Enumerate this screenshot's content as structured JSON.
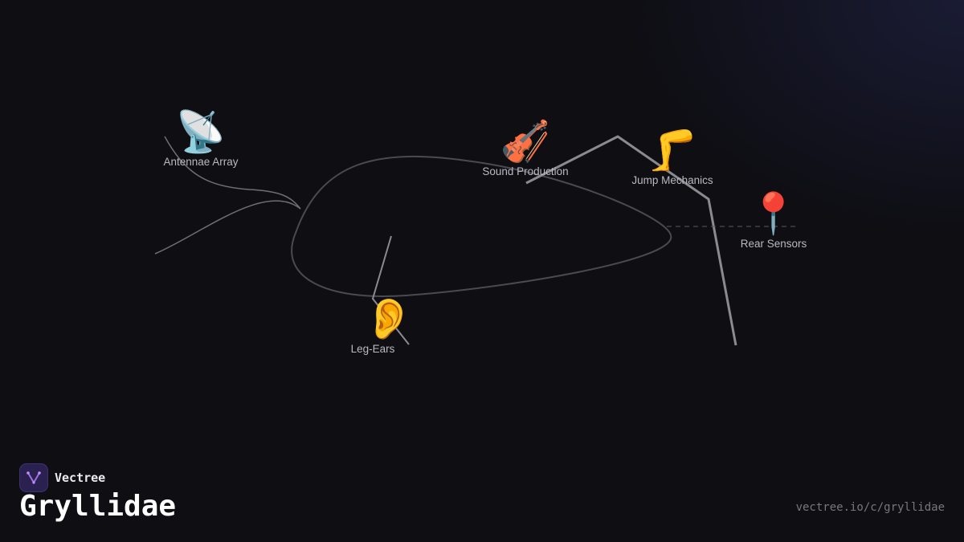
{
  "brand": {
    "name": "Vectree",
    "title": "Gryllidae",
    "url": "vectree.io/c/gryllidae"
  },
  "nodes": [
    {
      "id": "antennae",
      "icon": "📡",
      "icon_name": "satellite-dish-icon",
      "label": "Antennae Array"
    },
    {
      "id": "sound",
      "icon": "🎻",
      "icon_name": "violin-icon",
      "label": "Sound Production"
    },
    {
      "id": "jump",
      "icon": "🦵",
      "icon_name": "leg-icon",
      "label": "Jump Mechanics"
    },
    {
      "id": "rear",
      "icon": "📍",
      "icon_name": "pin-icon",
      "label": "Rear Sensors"
    },
    {
      "id": "ears",
      "icon": "👂",
      "icon_name": "ear-icon",
      "label": "Leg-Ears"
    }
  ],
  "colors": {
    "background": "#0e0e13",
    "line": "#8a8a90",
    "label": "#b9b9c2",
    "accent": "#a070e0"
  }
}
